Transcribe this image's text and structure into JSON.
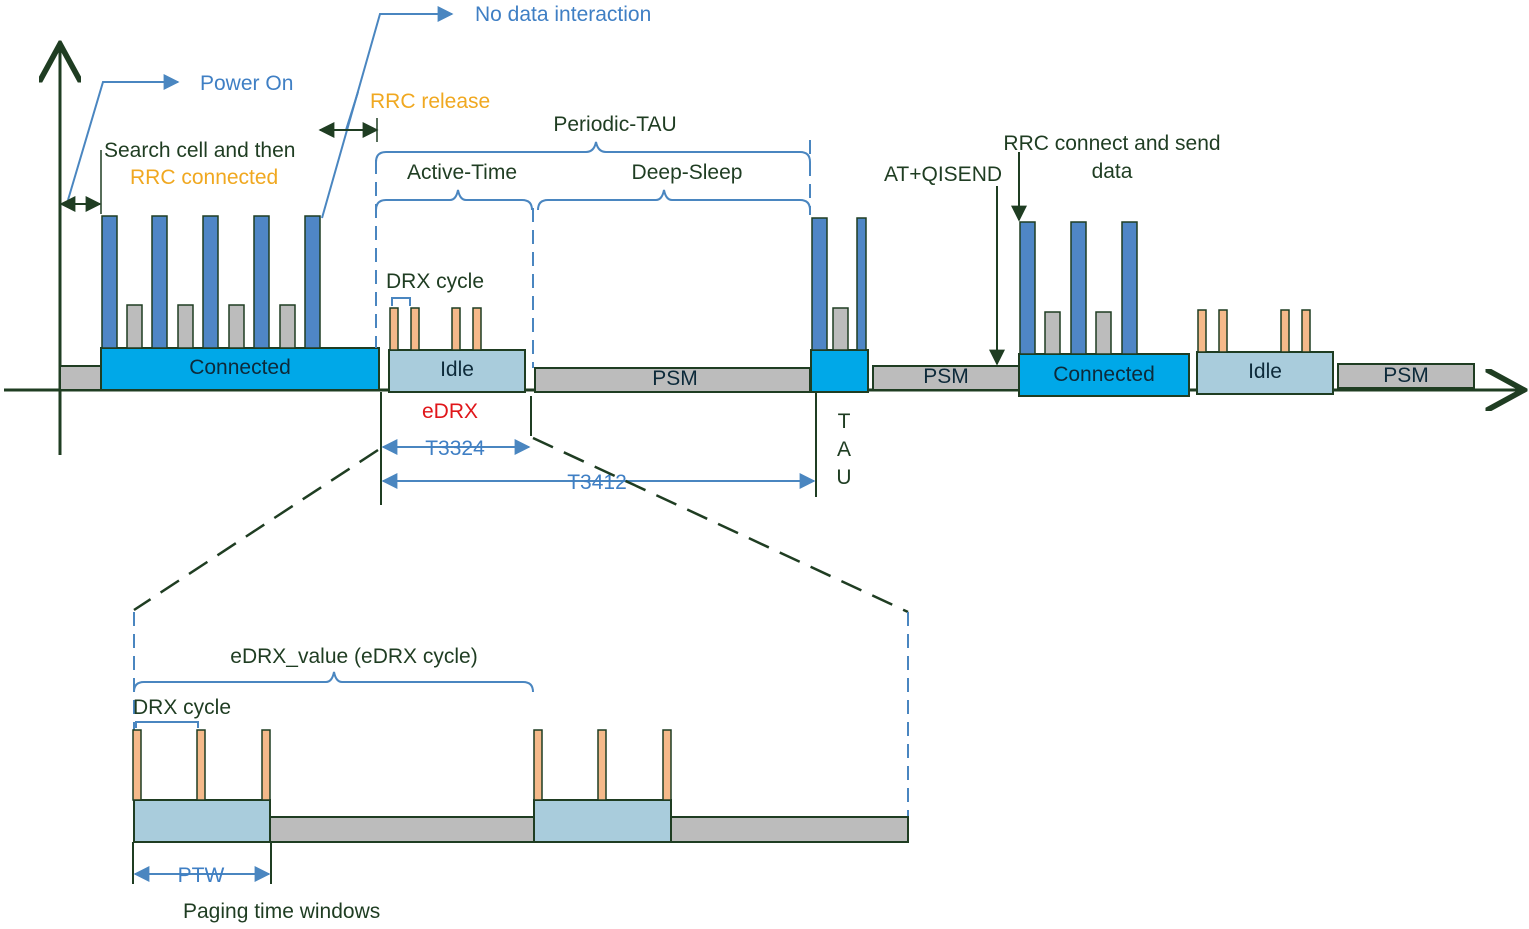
{
  "labels": {
    "power_on": "Power On",
    "no_data": "No data interaction",
    "rrc_release": "RRC release",
    "search_cell": "Search cell and then",
    "rrc_connected": "RRC connected",
    "periodic_tau": "Periodic-TAU",
    "active_time": "Active-Time",
    "deep_sleep": "Deep-Sleep",
    "drx_cycle": "DRX cycle",
    "edrx": "eDRX",
    "t3324": "T3324",
    "t3412": "T3412",
    "tau_t": "T",
    "tau_a": "A",
    "tau_u": "U",
    "at_qisend": "AT+QISEND",
    "rrc_send_1": "RRC connect and send",
    "rrc_send_2": "data",
    "edrx_value": "eDRX_value (eDRX cycle)",
    "drx_cycle_2": "DRX cycle",
    "ptw": "PTW",
    "paging_windows": "Paging time windows"
  },
  "states": {
    "connected_1": "Connected",
    "idle_1": "Idle",
    "psm_1": "PSM",
    "psm_2": "PSM",
    "connected_2": "Connected",
    "idle_2": "Idle",
    "psm_3": "PSM"
  },
  "colors": {
    "connected": "#00a8e8",
    "idle": "#a9ccdc",
    "psm": "#bcbcbc",
    "signal_bar": "#4f86c6",
    "paging_bar": "#f5b98a",
    "line_dark": "#1f3d22",
    "line_blue": "#4a86c0",
    "rrc_text": "#f0a820",
    "edrx_text": "#e0161a"
  }
}
